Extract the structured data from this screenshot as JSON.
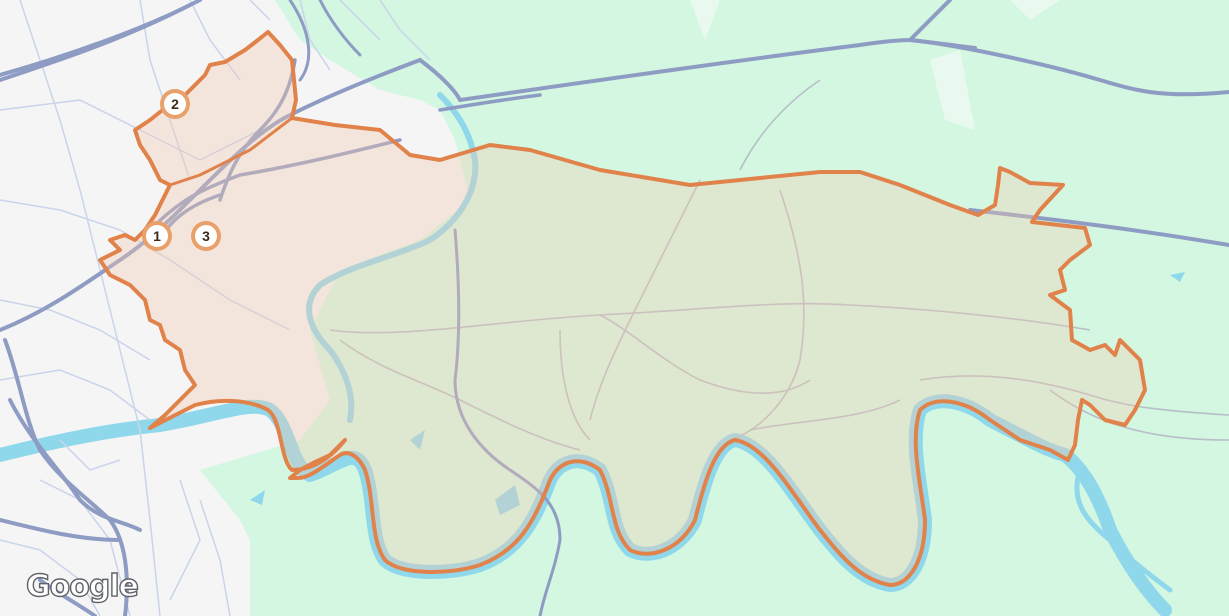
{
  "map": {
    "colors": {
      "land": "#f5f5f5",
      "park": "#d3f7e1",
      "water": "#8fd8ec",
      "highway": "#8e9cc4",
      "road": "#c9d4ea",
      "boundary_stroke": "#e0824a",
      "boundary_fill": "#f3d7c5",
      "marker_ring": "#e9a06a"
    },
    "markers": [
      {
        "label": "1"
      },
      {
        "label": "2"
      },
      {
        "label": "3"
      }
    ],
    "attribution": "Google"
  }
}
